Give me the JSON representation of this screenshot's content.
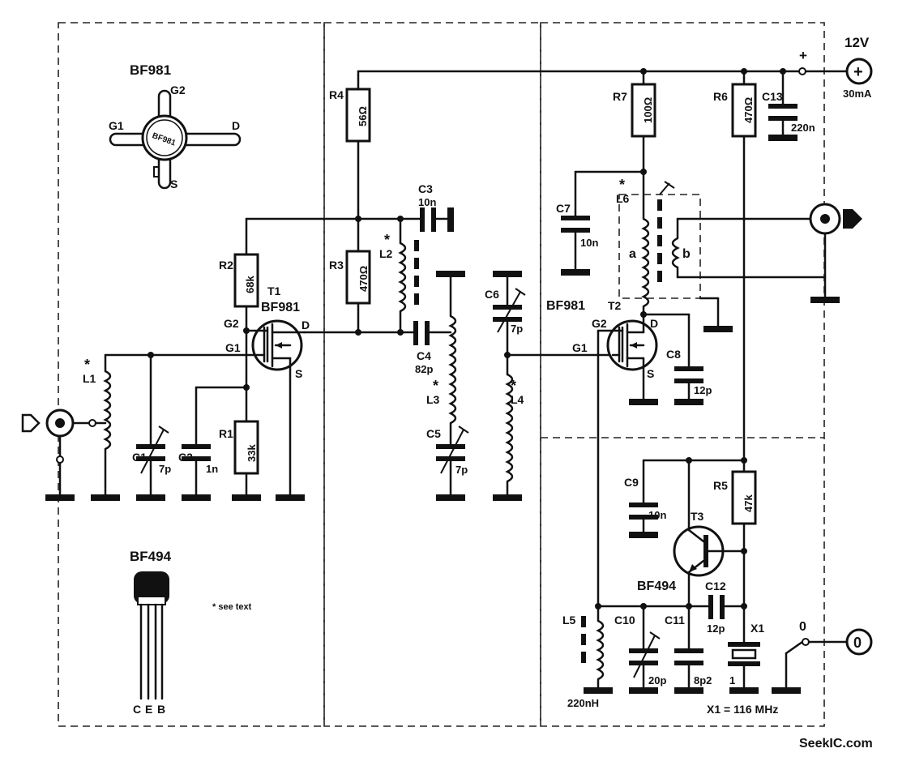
{
  "transistor_pinout_bf981": {
    "type": "BF981",
    "pins": [
      "G2",
      "G1",
      "D",
      "S"
    ],
    "mark": "BF981"
  },
  "transistor_pinout_bf494": {
    "type": "BF494",
    "pins": [
      "C",
      "E",
      "B"
    ]
  },
  "note": "* see text",
  "supply": {
    "voltage": "12V",
    "current": "30mA",
    "plus": "+"
  },
  "output_zero": {
    "label": "0",
    "terminal": "0"
  },
  "crystal_note": "X1 = 116 MHz",
  "watermark": "SeekIC.com",
  "components": {
    "R1": {
      "name": "R1",
      "value": "33k"
    },
    "R2": {
      "name": "R2",
      "value": "68k"
    },
    "R3": {
      "name": "R3",
      "value": "470Ω"
    },
    "R4": {
      "name": "R4",
      "value": "56Ω"
    },
    "R5": {
      "name": "R5",
      "value": "47k"
    },
    "R6": {
      "name": "R6",
      "value": "470Ω"
    },
    "R7": {
      "name": "R7",
      "value": "100Ω"
    },
    "C1": {
      "name": "C1",
      "value": "7p"
    },
    "C2": {
      "name": "C2",
      "value": "1n"
    },
    "C3": {
      "name": "C3",
      "value": "10n"
    },
    "C4": {
      "name": "C4",
      "value": "82p"
    },
    "C5": {
      "name": "C5",
      "value": "7p"
    },
    "C6": {
      "name": "C6",
      "value": "7p"
    },
    "C7": {
      "name": "C7",
      "value": "10n"
    },
    "C8": {
      "name": "C8",
      "value": "12p"
    },
    "C9": {
      "name": "C9",
      "value": "10n"
    },
    "C10": {
      "name": "C10",
      "value": "20p"
    },
    "C11": {
      "name": "C11",
      "value": "8p2"
    },
    "C12": {
      "name": "C12",
      "value": "12p"
    },
    "C13": {
      "name": "C13",
      "value": "220n"
    },
    "L1": {
      "name": "L1",
      "star": "*"
    },
    "L2": {
      "name": "L2",
      "star": "*"
    },
    "L3": {
      "name": "L3",
      "star": "*"
    },
    "L4": {
      "name": "L4",
      "star": "*"
    },
    "L5": {
      "name": "L5",
      "value": "220nH"
    },
    "L6": {
      "name": "L6",
      "star": "*"
    },
    "T1": {
      "name": "T1",
      "type": "BF981"
    },
    "T2": {
      "name": "T2",
      "type": "BF981"
    },
    "T3": {
      "name": "T3",
      "type": "BF494"
    },
    "X1": {
      "name": "X1",
      "pin": "1"
    }
  },
  "pins": {
    "G1": "G1",
    "G2": "G2",
    "D": "D",
    "S": "S",
    "a": "a",
    "b": "b"
  }
}
